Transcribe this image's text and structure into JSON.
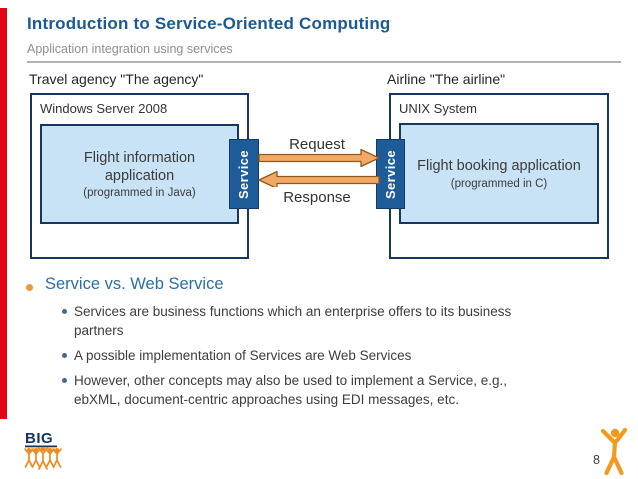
{
  "header": {
    "title": "Introduction to Service-Oriented Computing",
    "subtitle": "Application integration using services"
  },
  "diagram": {
    "left": {
      "caption": "Travel agency \"The agency\"",
      "platform": "Windows Server 2008",
      "app_name": "Flight information\napplication",
      "app_note": "(programmed in Java)",
      "service_label": "Service"
    },
    "right": {
      "caption": "Airline \"The airline\"",
      "platform": "UNIX System",
      "app_name": "Flight booking application",
      "app_note": "(programmed in C)",
      "service_label": "Service"
    },
    "request_label": "Request",
    "response_label": "Response"
  },
  "bullets": {
    "heading": "Service vs. Web Service",
    "items": [
      "Services are business functions which an enterprise offers to its business\npartners",
      "A possible implementation of Services are Web Services",
      "However, other concepts may also be used to implement a Service, e.g.,\nebXML, document-centric approaches using EDI messages, etc."
    ]
  },
  "footer": {
    "logo_text": "BIG",
    "page_number": "8"
  },
  "colors": {
    "accent_red": "#e30613",
    "title_blue": "#1b5a96",
    "heading_blue": "#2a6fa5",
    "navy_border": "#17375e",
    "tab_blue": "#1e5c99",
    "box_fill_blue": "#c8e2f6",
    "arrow_fill": "#f2a964",
    "arrow_stroke": "#8e5a20",
    "bullet_orange": "#e89a3c",
    "logo_orange": "#ef8a1c"
  }
}
